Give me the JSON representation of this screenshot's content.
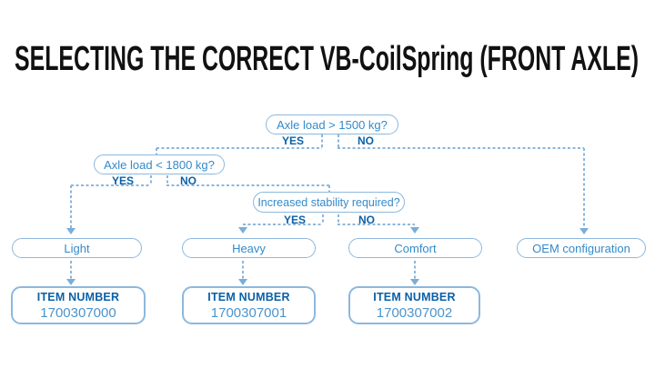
{
  "title": "SELECTING THE CORRECT VB-CoilSpring (FRONT AXLE)",
  "colors": {
    "box_border_blue": "#8db8de",
    "box_text_blue": "#348aca",
    "bold_text_blue": "#0b60a7",
    "item_number_blue": "#4a94cd",
    "connector_blue": "#8cb6dc",
    "title_black": "#111111"
  },
  "flowchart": {
    "decisions": [
      {
        "question": "Axle load > 1500 kg?",
        "yes_label": "YES",
        "no_label": "NO"
      },
      {
        "question": "Axle load < 1800 kg?",
        "yes_label": "YES",
        "no_label": "NO"
      },
      {
        "question": "Increased stability required?",
        "yes_label": "YES",
        "no_label": "NO"
      }
    ],
    "outcomes": [
      {
        "label": "Light"
      },
      {
        "label": "Heavy"
      },
      {
        "label": "Comfort"
      },
      {
        "label": "OEM configuration"
      }
    ],
    "item_boxes": [
      {
        "heading": "ITEM NUMBER",
        "number": "1700307000"
      },
      {
        "heading": "ITEM NUMBER",
        "number": "1700307001"
      },
      {
        "heading": "ITEM NUMBER",
        "number": "1700307002"
      }
    ]
  }
}
